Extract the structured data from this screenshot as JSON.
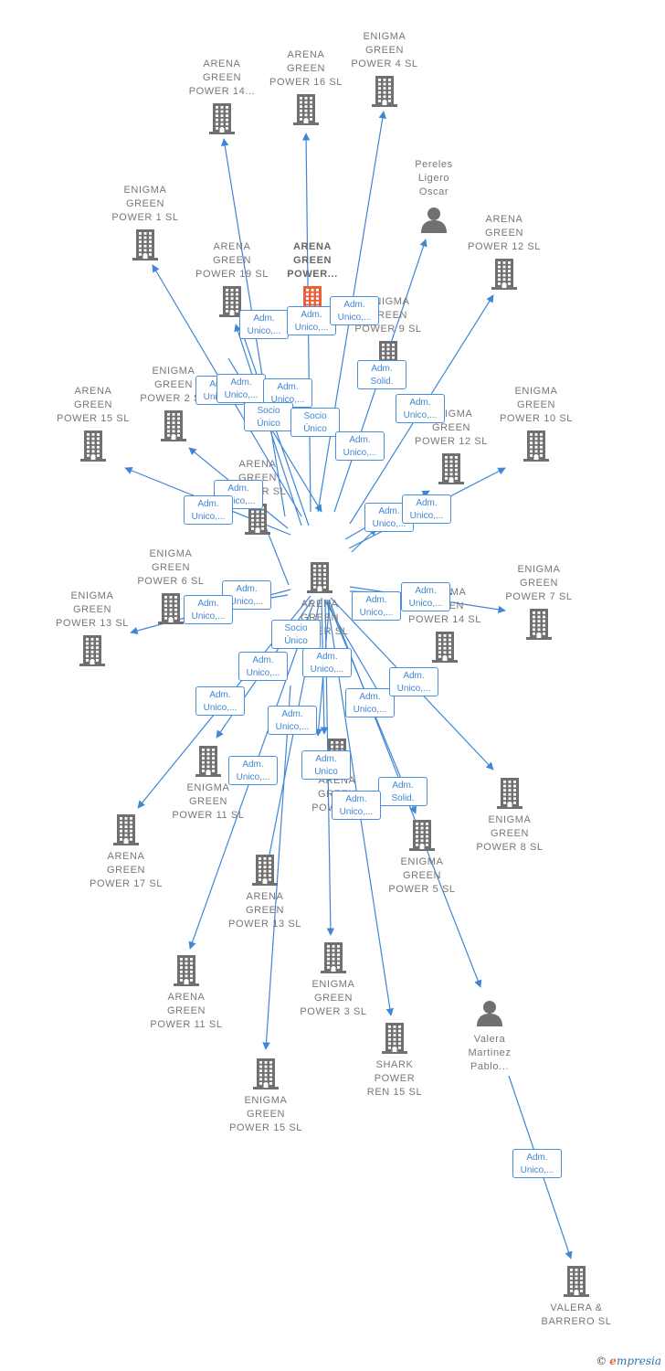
{
  "colors": {
    "edge": "#3f86d6",
    "company_icon": "#707070",
    "focus_icon": "#e8603a",
    "label": "#777777"
  },
  "nodes": [
    {
      "id": "n0",
      "kind": "company",
      "name_lines": [
        "ARENA",
        "GREEN",
        "POWER 14..."
      ],
      "icon": "building-icon"
    },
    {
      "id": "n1",
      "kind": "company",
      "name_lines": [
        "ARENA",
        "GREEN",
        "POWER 16  SL"
      ],
      "icon": "building-icon"
    },
    {
      "id": "n2",
      "kind": "company",
      "name_lines": [
        "ENIGMA",
        "GREEN",
        "POWER 4  SL"
      ],
      "icon": "building-icon"
    },
    {
      "id": "n3",
      "kind": "person",
      "name_lines": [
        "Pereles",
        "Ligero",
        "Oscar"
      ],
      "icon": "person-icon"
    },
    {
      "id": "n4",
      "kind": "company",
      "name_lines": [
        "ENIGMA",
        "GREEN",
        "POWER 1  SL"
      ],
      "icon": "building-icon"
    },
    {
      "id": "n5",
      "kind": "company",
      "name_lines": [
        "ARENA",
        "GREEN",
        "POWER 12  SL"
      ],
      "icon": "building-icon"
    },
    {
      "id": "n6",
      "kind": "company",
      "name_lines": [
        "ARENA",
        "GREEN",
        "POWER 19  SL"
      ],
      "icon": "building-icon"
    },
    {
      "id": "n7",
      "kind": "focus",
      "name_lines": [
        "ARENA",
        "GREEN",
        "POWER..."
      ],
      "icon": "building-icon"
    },
    {
      "id": "n8",
      "kind": "company",
      "name_lines": [
        "ENIGMA",
        "GREEN",
        "POWER 9  SL"
      ],
      "icon": "building-icon"
    },
    {
      "id": "n9",
      "kind": "company",
      "name_lines": [
        "ENIGMA",
        "GREEN",
        "POWER 2  SL"
      ],
      "icon": "building-icon"
    },
    {
      "id": "n10",
      "kind": "company",
      "name_lines": [
        "ARENA",
        "GREEN",
        "POWER 15  SL"
      ],
      "icon": "building-icon"
    },
    {
      "id": "n11",
      "kind": "company",
      "name_lines": [
        "ENIGMA",
        "GREEN",
        "POWER 12  SL"
      ],
      "icon": "building-icon"
    },
    {
      "id": "n12",
      "kind": "company",
      "name_lines": [
        "ENIGMA",
        "GREEN",
        "POWER 10  SL"
      ],
      "icon": "building-icon"
    },
    {
      "id": "n13",
      "kind": "company",
      "name_lines": [
        "ARENA",
        "GREEN",
        "POWER  SL"
      ],
      "icon": "building-icon"
    },
    {
      "id": "n14",
      "kind": "company",
      "name_lines": [
        "ARENA",
        "GREEN",
        "POWER  SL"
      ],
      "icon": "building-icon"
    },
    {
      "id": "n15",
      "kind": "company",
      "name_lines": [
        "ENIGMA",
        "GREEN",
        "POWER 6  SL"
      ],
      "icon": "building-icon"
    },
    {
      "id": "n16",
      "kind": "company",
      "name_lines": [
        "ENIGMA",
        "GREEN",
        "POWER 13  SL"
      ],
      "icon": "building-icon"
    },
    {
      "id": "n17",
      "kind": "company",
      "name_lines": [
        "ENIGMA",
        "GREEN",
        "POWER 14  SL"
      ],
      "icon": "building-icon"
    },
    {
      "id": "n18",
      "kind": "company",
      "name_lines": [
        "ENIGMA",
        "GREEN",
        "POWER 7  SL"
      ],
      "icon": "building-icon"
    },
    {
      "id": "n19",
      "kind": "company",
      "name_lines": [
        "ENIGMA",
        "GREEN",
        "POWER 11  SL"
      ],
      "icon": "building-icon"
    },
    {
      "id": "n20",
      "kind": "company",
      "name_lines": [
        "ARENA",
        "GREEN",
        "POWER..."
      ],
      "icon": "building-icon"
    },
    {
      "id": "n21",
      "kind": "company",
      "name_lines": [
        "ENIGMA",
        "GREEN",
        "POWER 8  SL"
      ],
      "icon": "building-icon"
    },
    {
      "id": "n22",
      "kind": "company",
      "name_lines": [
        "ARENA",
        "GREEN",
        "POWER 17  SL"
      ],
      "icon": "building-icon"
    },
    {
      "id": "n23",
      "kind": "company",
      "name_lines": [
        "ARENA",
        "GREEN",
        "POWER 13  SL"
      ],
      "icon": "building-icon"
    },
    {
      "id": "n24",
      "kind": "company",
      "name_lines": [
        "ENIGMA",
        "GREEN",
        "POWER 5  SL"
      ],
      "icon": "building-icon"
    },
    {
      "id": "n25",
      "kind": "company",
      "name_lines": [
        "ARENA",
        "GREEN",
        "POWER 11  SL"
      ],
      "icon": "building-icon"
    },
    {
      "id": "n26",
      "kind": "company",
      "name_lines": [
        "ENIGMA",
        "GREEN",
        "POWER 3  SL"
      ],
      "icon": "building-icon"
    },
    {
      "id": "n27",
      "kind": "company",
      "name_lines": [
        "SHARK",
        "POWER",
        "REN 15  SL"
      ],
      "icon": "building-icon"
    },
    {
      "id": "n28",
      "kind": "person",
      "name_lines": [
        "Valera",
        "Martinez",
        "Pablo..."
      ],
      "icon": "person-icon"
    },
    {
      "id": "n29",
      "kind": "company",
      "name_lines": [
        "ENIGMA",
        "GREEN",
        "POWER 15  SL"
      ],
      "icon": "building-icon"
    },
    {
      "id": "n30",
      "kind": "company",
      "name_lines": [
        "VALERA &",
        "BARRERO  SL"
      ],
      "icon": "building-icon"
    }
  ],
  "edge_labels": [
    {
      "id": "l0",
      "lines": [
        "Adm.",
        "Unico,..."
      ]
    },
    {
      "id": "l1",
      "lines": [
        "Adm.",
        "Unico,..."
      ]
    },
    {
      "id": "l2",
      "lines": [
        "Adm.",
        "Unico,..."
      ]
    },
    {
      "id": "l3",
      "lines": [
        "Adm.",
        "Solid."
      ]
    },
    {
      "id": "l4",
      "lines": [
        "Adm.",
        "Unico,..."
      ]
    },
    {
      "id": "l5",
      "lines": [
        "Adm.",
        "Unico,..."
      ]
    },
    {
      "id": "l6",
      "lines": [
        "Adm.",
        "Unico,..."
      ]
    },
    {
      "id": "l7",
      "lines": [
        "Socio",
        "Único"
      ]
    },
    {
      "id": "l8",
      "lines": [
        "Socio",
        "Único"
      ]
    },
    {
      "id": "l9",
      "lines": [
        "Adm.",
        "Unico,..."
      ]
    },
    {
      "id": "l10",
      "lines": [
        "Adm.",
        "Unico,..."
      ]
    },
    {
      "id": "l11",
      "lines": [
        "Adm.",
        "Unico,..."
      ]
    },
    {
      "id": "l12",
      "lines": [
        "Adm.",
        "Unico,..."
      ]
    },
    {
      "id": "l13",
      "lines": [
        "Adm.",
        "Unico,..."
      ]
    },
    {
      "id": "l14",
      "lines": [
        "Adm.",
        "Unico,..."
      ]
    },
    {
      "id": "l15",
      "lines": [
        "Adm.",
        "Unico,..."
      ]
    },
    {
      "id": "l16",
      "lines": [
        "Adm.",
        "Unico,..."
      ]
    },
    {
      "id": "l17",
      "lines": [
        "Adm.",
        "Unico,..."
      ]
    },
    {
      "id": "l18",
      "lines": [
        "Adm.",
        "Unico,..."
      ]
    },
    {
      "id": "l19",
      "lines": [
        "Socio",
        "Único"
      ]
    },
    {
      "id": "l20",
      "lines": [
        "Adm.",
        "Unico,..."
      ]
    },
    {
      "id": "l21",
      "lines": [
        "Adm.",
        "Unico,..."
      ]
    },
    {
      "id": "l22",
      "lines": [
        "Adm.",
        "Unico,..."
      ]
    },
    {
      "id": "l23",
      "lines": [
        "Adm.",
        "Unico,..."
      ]
    },
    {
      "id": "l24",
      "lines": [
        "Adm.",
        "Unico,..."
      ]
    },
    {
      "id": "l25",
      "lines": [
        "Adm.",
        "Unico,..."
      ]
    },
    {
      "id": "l26",
      "lines": [
        "Adm.",
        "Unico,..."
      ]
    },
    {
      "id": "l27",
      "lines": [
        "Adm.",
        "Solid."
      ]
    },
    {
      "id": "l28",
      "lines": [
        "Adm.",
        "Unico"
      ]
    },
    {
      "id": "l29",
      "lines": [
        "Adm.",
        "Unico,..."
      ]
    },
    {
      "id": "l30",
      "lines": [
        "Adm.",
        "Unico,..."
      ]
    }
  ],
  "brand": {
    "copyright": "©",
    "initial": "e",
    "rest": "mpresia"
  }
}
